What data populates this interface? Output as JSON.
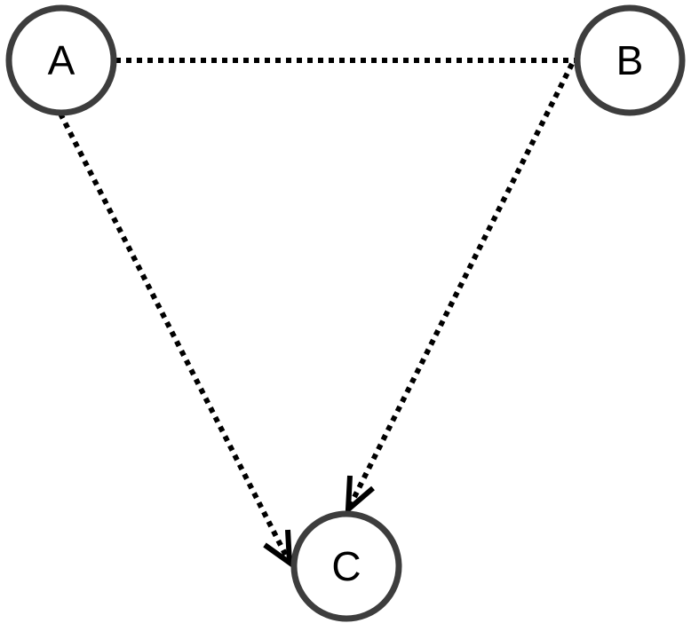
{
  "nodes": {
    "a": {
      "label": "A"
    },
    "b": {
      "label": "B"
    },
    "c": {
      "label": "C"
    }
  },
  "edges": [
    {
      "from": "A",
      "to": "B",
      "style": "dotted",
      "directed": false
    },
    {
      "from": "A",
      "to": "C",
      "style": "dotted",
      "directed": true
    },
    {
      "from": "B",
      "to": "C",
      "style": "dotted",
      "directed": true
    }
  ],
  "colors": {
    "node_stroke": "#3d3d3d",
    "edge": "#000000",
    "background": "#ffffff"
  }
}
